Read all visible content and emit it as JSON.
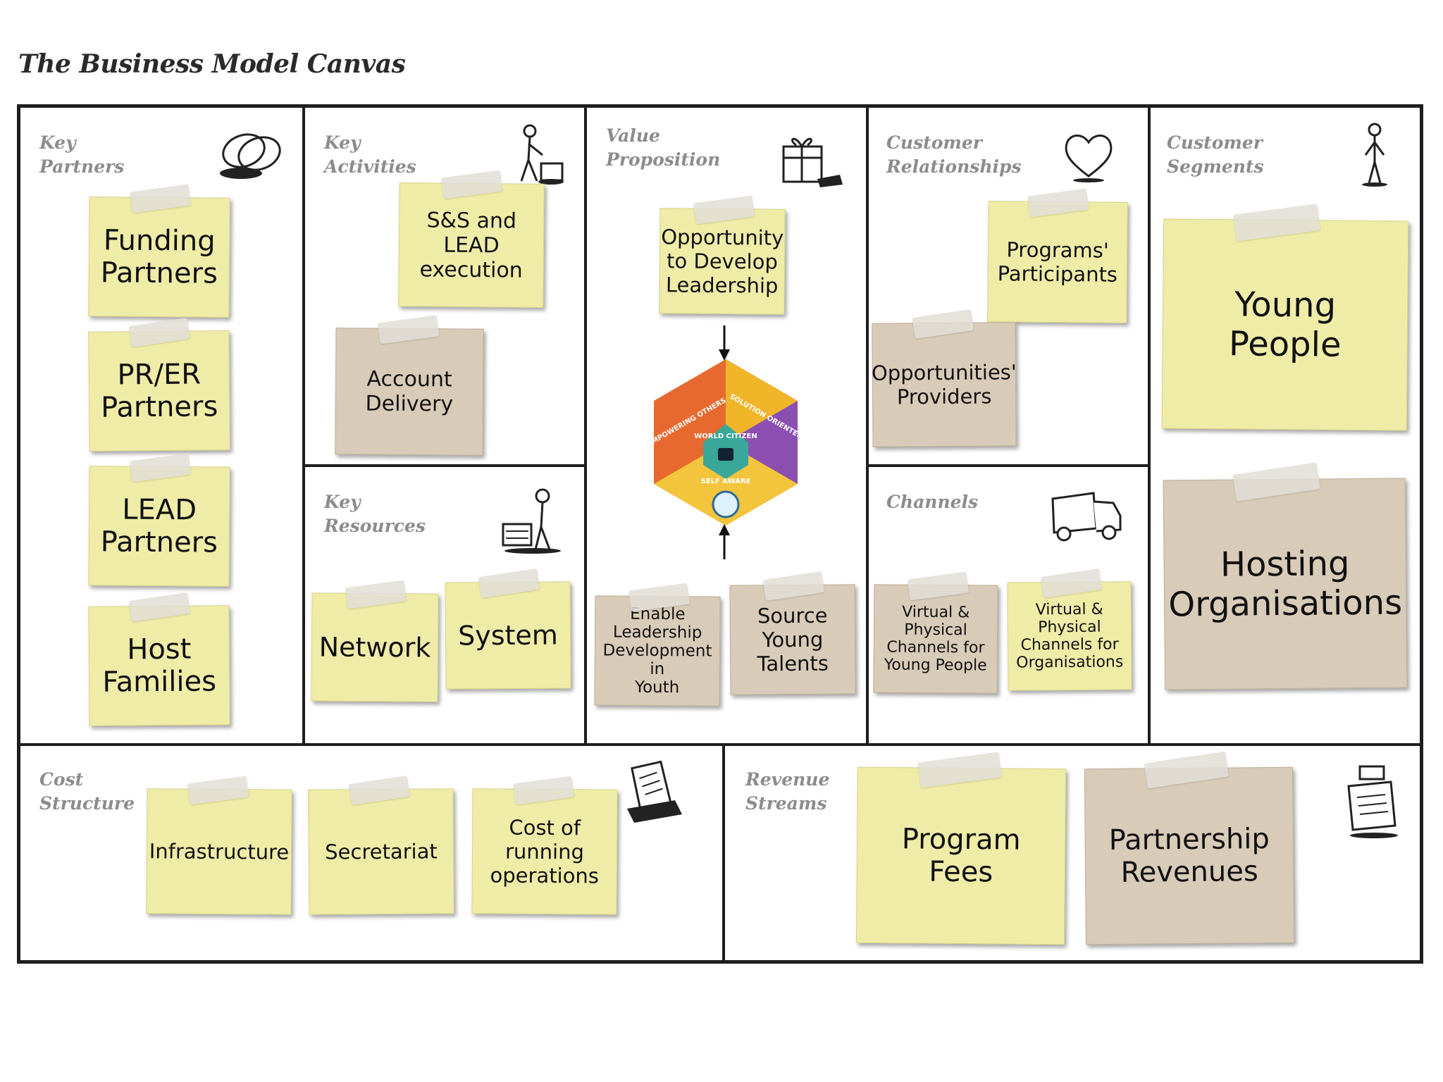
{
  "title": "The Business Model Canvas",
  "colors": {
    "note_yellow": "#efeca8",
    "note_tan": "#d8cbb8",
    "frame": "#1e1e1e",
    "label_gray": "#8c8c8c"
  },
  "sections": {
    "key_partners": {
      "label1": "Key",
      "label2": "Partners",
      "icon": "chain-links-icon",
      "notes": [
        "Funding\nPartners",
        "PR/ER\nPartners",
        "LEAD\nPartners",
        "Host\nFamilies"
      ]
    },
    "key_activities": {
      "label1": "Key",
      "label2": "Activities",
      "icon": "worker-icon",
      "notes": [
        "S&S and LEAD\nexecution",
        "Account\nDelivery"
      ]
    },
    "key_resources": {
      "label1": "Key",
      "label2": "Resources",
      "icon": "factory-worker-icon",
      "notes": [
        "Network",
        "System"
      ]
    },
    "value_proposition": {
      "label1": "Value",
      "label2": "Proposition",
      "icon": "gift-icon",
      "notes": [
        "Opportunity\nto Develop\nLeadership",
        "Enable\nLeadership\nDevelopment in\nYouth",
        "Source\nYoung\nTalents"
      ],
      "badge": {
        "top_left": "EMPOWERING OTHERS",
        "top_right": "SOLUTION ORIENTED",
        "center": "WORLD CITIZEN",
        "bottom": "SELF AWARE"
      }
    },
    "customer_relationships": {
      "label1": "Customer",
      "label2": "Relationships",
      "icon": "heart-icon",
      "notes": [
        "Programs'\nParticipants",
        "Opportunities'\nProviders"
      ]
    },
    "channels": {
      "label1": "Channels",
      "icon": "truck-icon",
      "notes": [
        "Virtual &\nPhysical\nChannels for\nYoung People",
        "Virtual &\nPhysical\nChannels for\nOrganisations"
      ]
    },
    "customer_segments": {
      "label1": "Customer",
      "label2": "Segments",
      "icon": "person-icon",
      "notes": [
        "Young\nPeople",
        "Hosting\nOrganisations"
      ]
    },
    "cost_structure": {
      "label1": "Cost",
      "label2": "Structure",
      "icon": "receipt-icon",
      "notes": [
        "Infrastructure",
        "Secretariat",
        "Cost of\nrunning\noperations"
      ]
    },
    "revenue_streams": {
      "label1": "Revenue",
      "label2": "Streams",
      "icon": "cash-register-icon",
      "notes": [
        "Program\nFees",
        "Partnership\nRevenues"
      ]
    }
  }
}
